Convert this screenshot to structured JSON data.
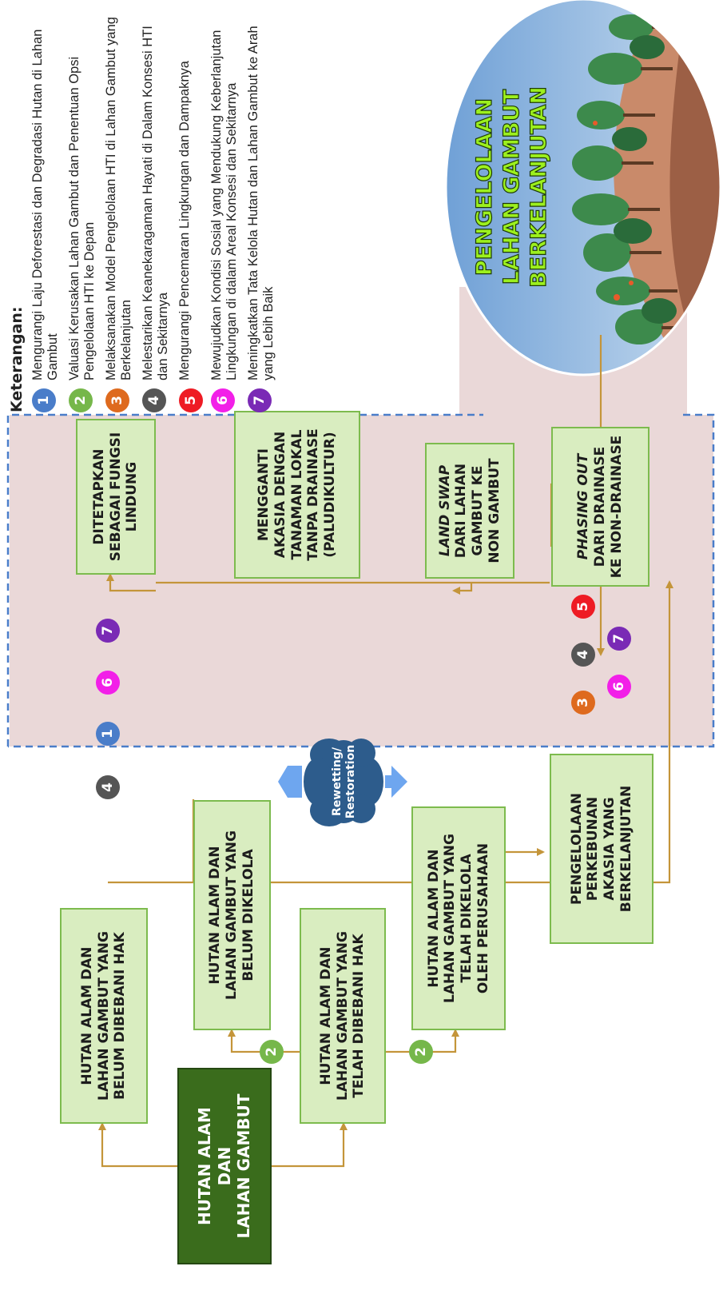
{
  "flow": {
    "root": {
      "lines": [
        "HUTAN ALAM",
        "DAN",
        "LAHAN GAMBUT"
      ]
    },
    "belum_dibebani": {
      "lines": [
        "HUTAN ALAM DAN",
        "LAHAN GAMBUT YANG",
        "BELUM DIBEBANI HAK"
      ]
    },
    "telah_dibebani": {
      "lines": [
        "HUTAN ALAM DAN",
        "LAHAN GAMBUT YANG",
        "TELAH DIBEBANI HAK"
      ]
    },
    "belum_dikelola": {
      "lines": [
        "HUTAN ALAM DAN",
        "LAHAN GAMBUT YANG",
        "BELUM DIKELOLA"
      ]
    },
    "telah_dikelola": {
      "lines": [
        "HUTAN ALAM DAN",
        "LAHAN GAMBUT YANG",
        "TELAH DIKELOLA",
        "OLEH PERUSAHAAN"
      ]
    },
    "pengelolaan": {
      "lines": [
        "PENGELOLAAN",
        "PERKEBUNAN",
        "AKASIA YANG",
        "BERKELANJUTAN"
      ]
    },
    "ditetapkan": {
      "lines": [
        "DITETAPKAN",
        "SEBAGAI FUNGSI",
        "LINDUNG"
      ]
    },
    "mengganti": {
      "lines": [
        "MENGGANTI",
        "AKASIA DENGAN",
        "TANAMAN LOKAL",
        "TANPA DRAINASE",
        "(PALUDIKULTUR)"
      ]
    },
    "land_swap": {
      "italic": "LAND SWAP",
      "lines": [
        "DARI LAHAN",
        "GAMBUT KE",
        "NON GAMBUT"
      ]
    },
    "phasing_out": {
      "italic": "PHASING OUT",
      "lines": [
        "DARI DRAINASE",
        "KE NON-DRAINASE"
      ]
    }
  },
  "cloud": {
    "line1": "Rewetting/",
    "line2": "Restoration"
  },
  "badges": {
    "n1": "1",
    "n2": "2",
    "n3": "3",
    "n4": "4",
    "n5": "5",
    "n6": "6",
    "n7": "7"
  },
  "legend": {
    "title": "Keterangan:",
    "items": [
      {
        "num": "1",
        "color": "#4a7dc9",
        "text": "Mengurangi Laju Deforestasi dan Degradasi Hutan di Lahan Gambut"
      },
      {
        "num": "2",
        "color": "#76b74a",
        "text": "Valuasi Kerusakan Lahan Gambut dan Penentuan Opsi Pengelolaan HTI ke Depan"
      },
      {
        "num": "3",
        "color": "#de6a1e",
        "text": "Melaksanakan Model Pengelolaan HTI di Lahan Gambut yang Berkelanjutan"
      },
      {
        "num": "4",
        "color": "#555555",
        "text": "Melestarikan Keanekaragaman Hayati di Dalam Konsesi HTI dan Sekitarnya"
      },
      {
        "num": "5",
        "color": "#ee1b24",
        "text": "Mengurangi Pencemaran Lingkungan dan Dampaknya"
      },
      {
        "num": "6",
        "color": "#f21fe8",
        "text": "Mewujudkan Kondisi Sosial yang Mendukung Keberlanjutan Lingkungan di dalam Areal Konsesi dan Sekitarnya"
      },
      {
        "num": "7",
        "color": "#7a2ab5",
        "text": "Meningkatkan Tata Kelola Hutan dan Lahan Gambut ke Arah yang Lebih Baik"
      }
    ]
  },
  "illustration": {
    "title_lines": [
      "PENGELOLAAN",
      "LAHAN GAMBUT",
      "BERKELANJUTAN"
    ]
  },
  "colors": {
    "box_fill": "#d9edc0",
    "box_border": "#7dbb4e",
    "root_fill": "#3a6c1c",
    "connector": "#c4953a",
    "house_fill": "#ead8d8",
    "house_border": "#4a7dc9",
    "cloud": "#2d5c8c",
    "arrow_blue": "#6ea6ef"
  }
}
